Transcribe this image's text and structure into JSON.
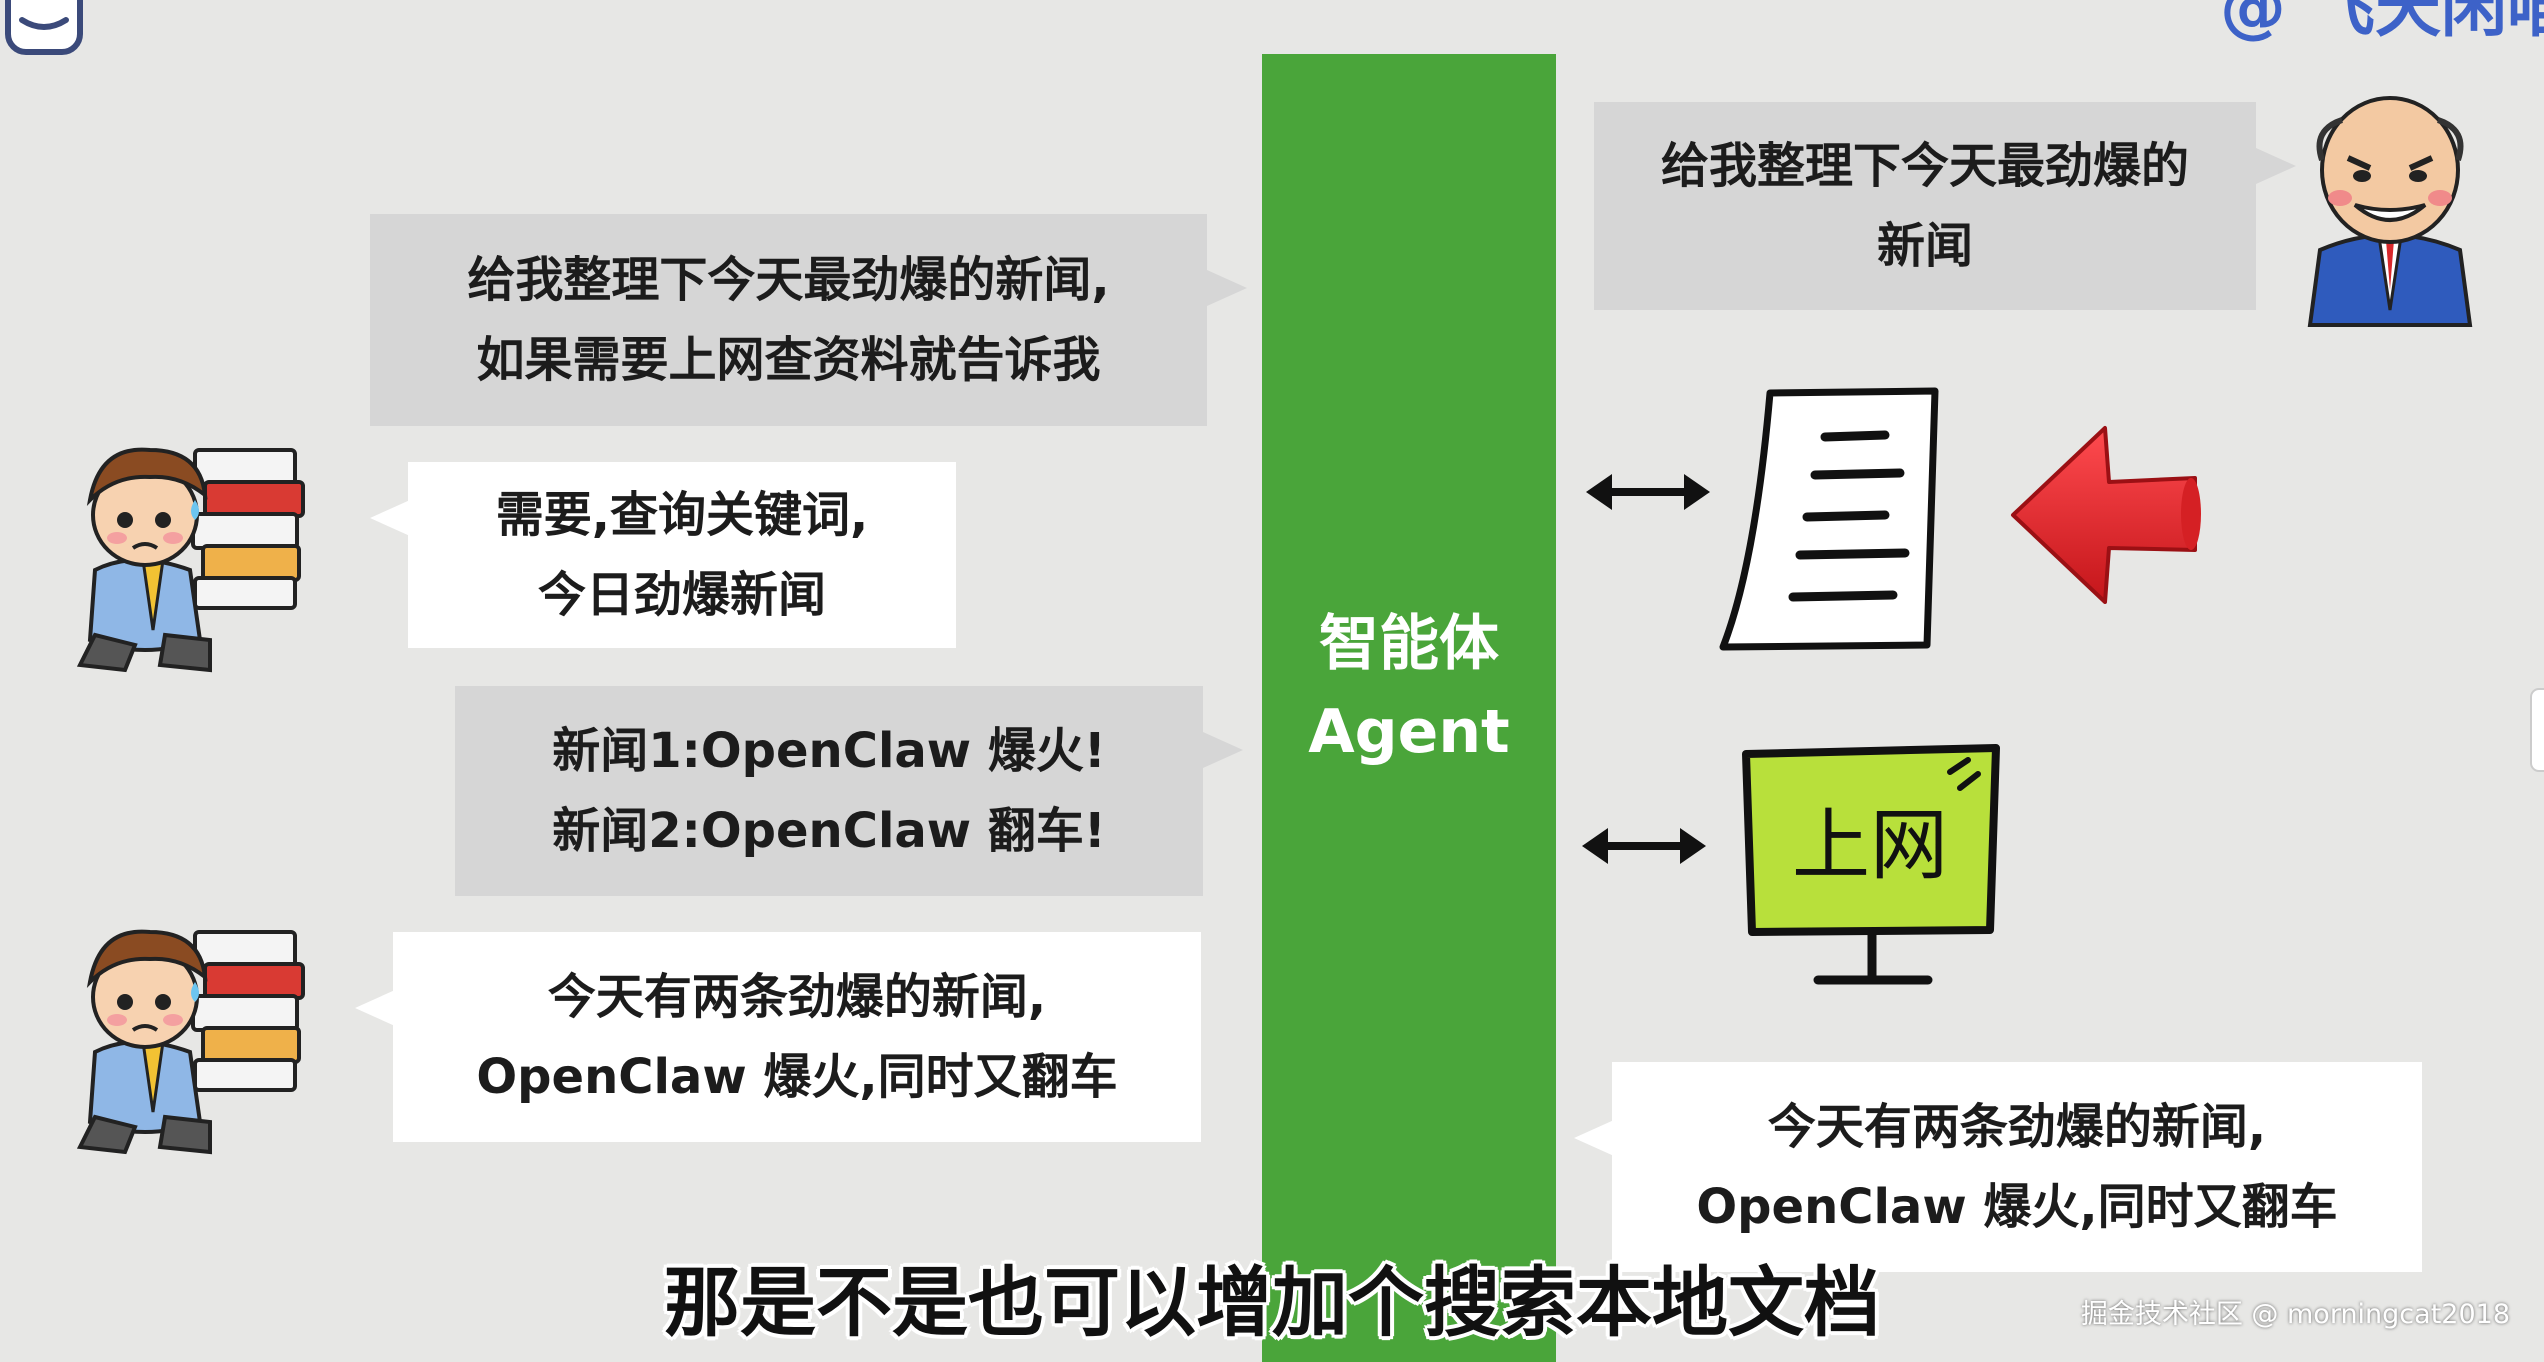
{
  "colors": {
    "background": "#e7e7e5",
    "agent_green": "#4aa53a",
    "bubble_gray": "#d6d6d6",
    "bubble_white": "#ffffff",
    "arrow_red": "#e8262b",
    "monitor_green": "#b8e03b"
  },
  "header": {
    "corner_text": "@ 飞天闲喵"
  },
  "agent": {
    "line1": "智能体",
    "line2": "Agent"
  },
  "left_bubbles": [
    {
      "lines": [
        "给我整理下今天最劲爆的新闻,",
        "如果需要上网查资料就告诉我"
      ]
    },
    {
      "lines": [
        "需要,查询关键词,",
        "今日劲爆新闻"
      ]
    },
    {
      "lines": [
        "新闻1:OpenClaw 爆火!",
        "新闻2:OpenClaw 翻车!"
      ]
    },
    {
      "lines": [
        "今天有两条劲爆的新闻,",
        "OpenClaw 爆火,同时又翻车"
      ]
    }
  ],
  "right_bubbles": [
    {
      "lines": [
        "给我整理下今天最劲爆的",
        "新闻"
      ]
    },
    {
      "lines": [
        "今天有两条劲爆的新闻,",
        "OpenClaw 爆火,同时又翻车"
      ]
    }
  ],
  "tools": {
    "monitor_text": "上网"
  },
  "icons": [
    "worker-icon",
    "boss-icon",
    "document-icon",
    "red-arrow-icon",
    "monitor-icon",
    "double-arrow-icon",
    "robot-icon"
  ],
  "subtitle": "那是不是也可以增加个搜索本地文档",
  "watermark": "掘金技术社区 @ morningcat2018"
}
